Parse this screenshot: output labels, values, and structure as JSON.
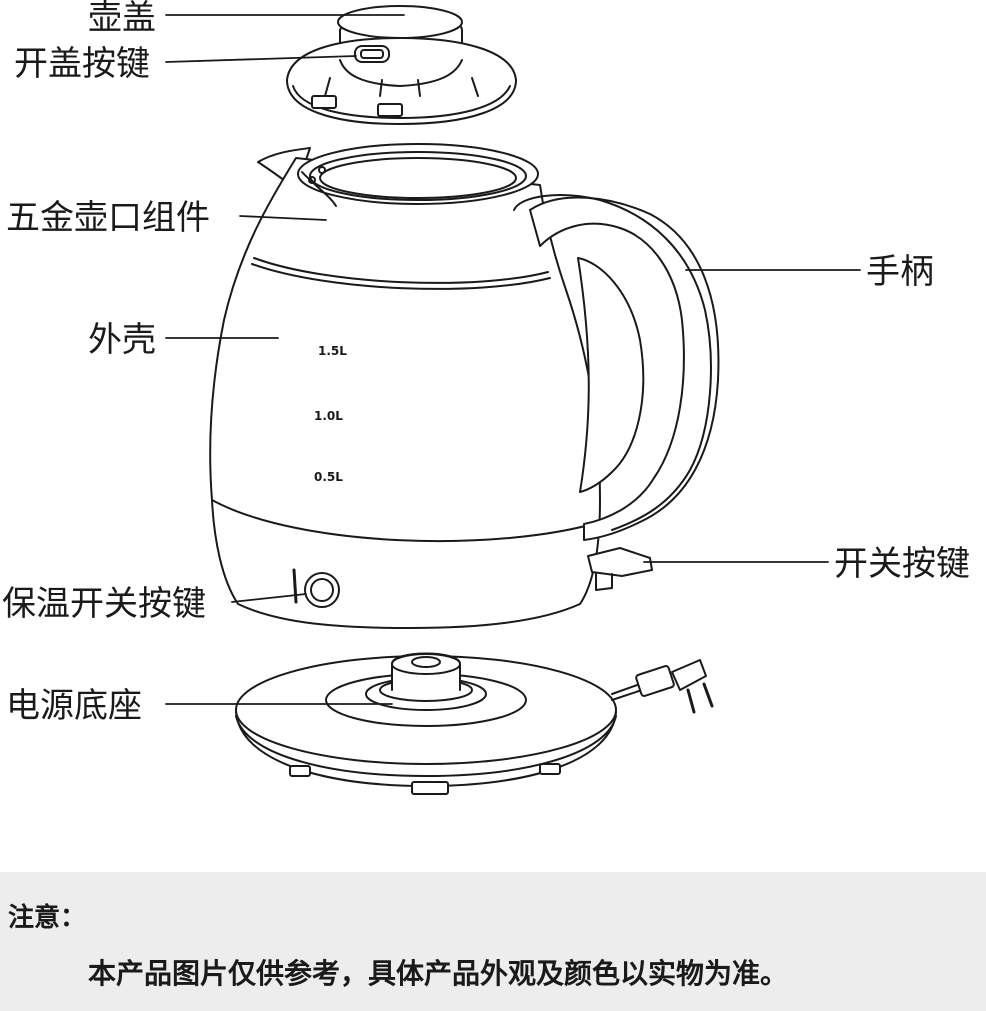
{
  "labels": {
    "lid": "壶盖",
    "lid_button": "开盖按键",
    "spout_assembly": "五金壶口组件",
    "shell": "外壳",
    "warm_button": "保温开关按键",
    "base": "电源底座",
    "handle": "手柄",
    "switch": "开关按键"
  },
  "scale": {
    "mark_15": "1.5L",
    "mark_10": "1.0L",
    "mark_05": "0.5L"
  },
  "note": {
    "title": "注意：",
    "text": "本产品图片仅供参考，具体产品外观及颜色以实物为准。"
  }
}
